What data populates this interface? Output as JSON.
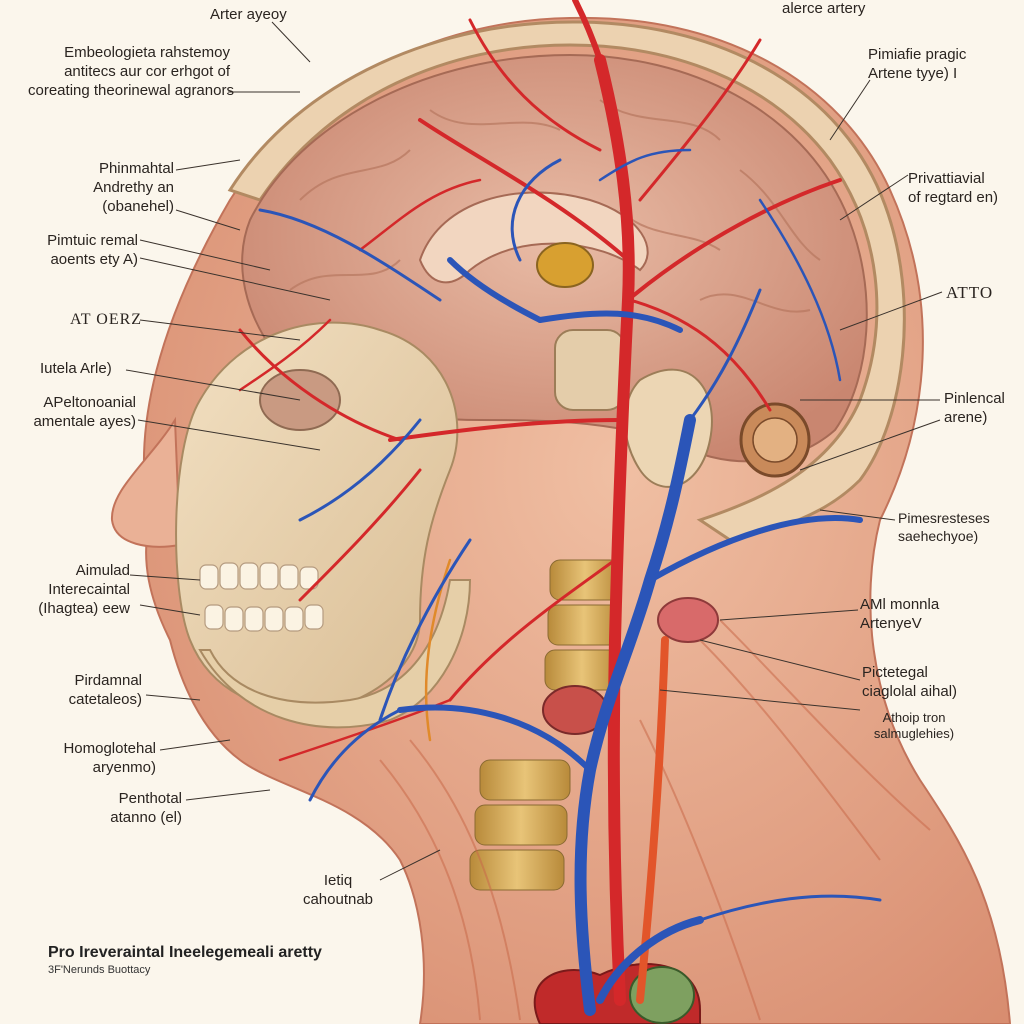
{
  "colors": {
    "background": "#fbf6ec",
    "artery": "#d4282a",
    "vein": "#2b55b8",
    "skin": "#e9a98d",
    "bone": "#e8d2b0",
    "brain": "#d9a58e",
    "nerve": "#e0a030"
  },
  "labels": {
    "top_left": "Arter ayeoy",
    "top_right": "alerce artery",
    "embryo_block": [
      "Embeologieta rahstemoy",
      "antitecs aur cor erhgot of",
      "coreating theorinewal agranors"
    ],
    "pimiafie": [
      "Pimiafie pragic",
      "Artene tyye) I"
    ],
    "phinmahtal": [
      "Phinmahtal",
      "Andrethy an",
      "(obanehel)"
    ],
    "privatiavial": [
      "Privattiavial",
      "of regtard en)"
    ],
    "pimtuic": [
      "Pimtuic remal",
      "aoents ety A)"
    ],
    "atto": "ATTO",
    "at_oerz": "AT OERZ",
    "iutela": "Iutela Arle)",
    "apeltonoanial": [
      "APeltonoanial",
      "amentale ayes)"
    ],
    "pinlencal": [
      "Pinlencal",
      "arene)"
    ],
    "pimesresteses": [
      "Pimesresteses",
      "saehechyoe)"
    ],
    "aimulad": [
      "Aimulad",
      "Interecaintal",
      "(Ihagtea) eew"
    ],
    "aml_monnla": [
      "AMl monnla",
      "ArtenyeV"
    ],
    "pirdamnal": [
      "Pirdamnal",
      "catetaleos)"
    ],
    "pictetegal": [
      "Pictetegal",
      "ciaglolal aihal)"
    ],
    "athoip": [
      "Athoip tron",
      "salmuglehies)"
    ],
    "homoglotehal": [
      "Homoglotehal",
      "aryenmo)"
    ],
    "penthotal": [
      "Penthotal",
      "atanno (el)"
    ],
    "ietiq": [
      "Ietiq",
      "cahoutnab"
    ]
  },
  "caption": {
    "title": "Pro Ireveraintal Ineelegemeali aretty",
    "subtitle": "3F'Nerunds Buottacy"
  }
}
